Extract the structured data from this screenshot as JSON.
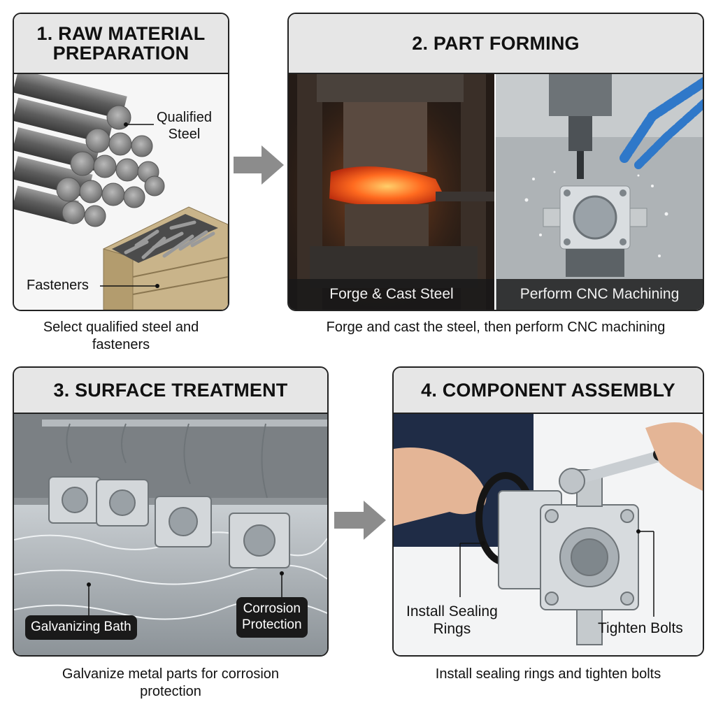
{
  "steps": [
    {
      "title": "1. RAW MATERIAL PREPARATION",
      "title_line1": "1. RAW MATERIAL",
      "title_line2": "PREPARATION",
      "caption_line1": "Select qualified steel and",
      "caption_line2": "fasteners",
      "labels": {
        "steel_line1": "Qualified",
        "steel_line2": "Steel",
        "fasteners": "Fasteners"
      }
    },
    {
      "title": "2. PART FORMING",
      "caption": "Forge and cast the steel, then perform CNC machining",
      "labels": {
        "forge": "Forge & Cast Steel",
        "cnc": "Perform CNC Machining"
      }
    },
    {
      "title": "3. SURFACE TREATMENT",
      "caption_line1": "Galvanize metal parts for corrosion",
      "caption_line2": "protection",
      "labels": {
        "bath": "Galvanizing Bath",
        "protection_line1": "Corrosion",
        "protection_line2": "Protection"
      }
    },
    {
      "title": "4. COMPONENT ASSEMBLY",
      "caption": "Install sealing rings and tighten bolts",
      "labels": {
        "rings_line1": "Install Sealing",
        "rings_line2": "Rings",
        "bolts": "Tighten Bolts"
      }
    }
  ],
  "colors": {
    "arrow": "#8c8c8c",
    "header_bg": "#e6e6e6",
    "border": "#222222",
    "label_bg": "#1a1a1a"
  }
}
